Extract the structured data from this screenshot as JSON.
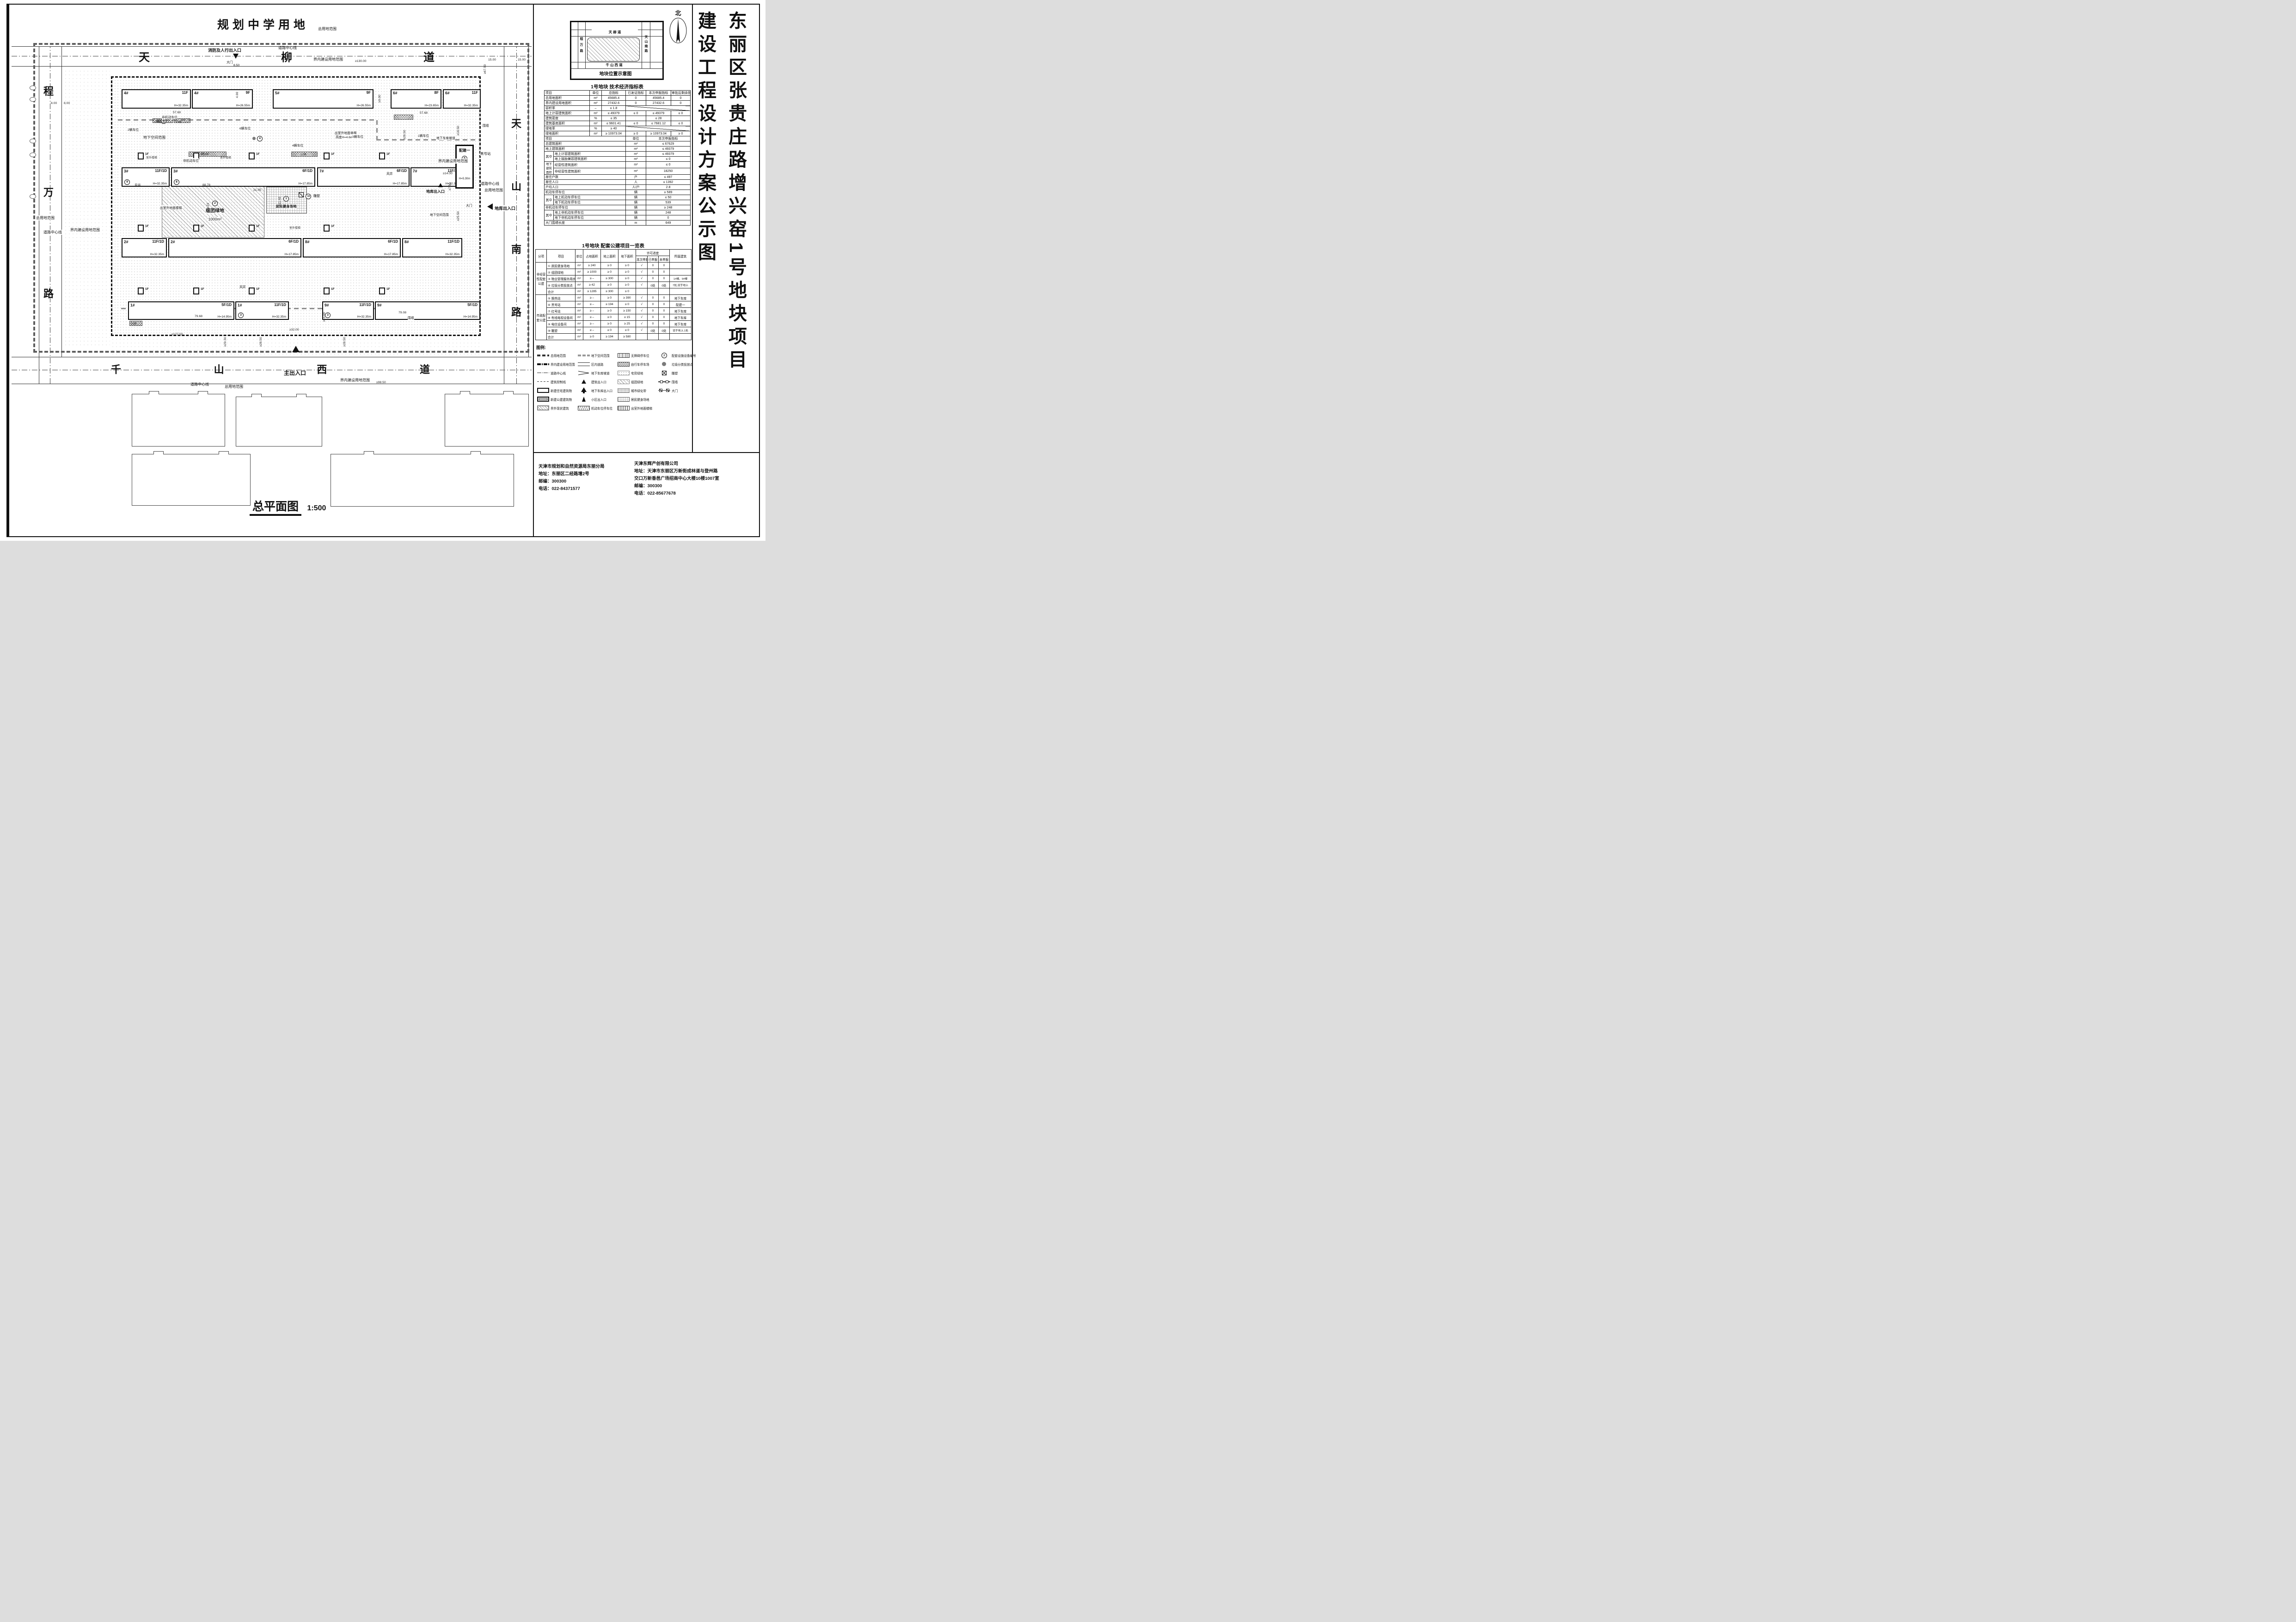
{
  "title": {
    "col_right": "东丽区张贵庄路增兴窑1号地块项目",
    "col_left": "建设工程设计方案公示图"
  },
  "plan": {
    "school": "规划中学用地",
    "map_title": "总平面图",
    "map_scale": "1:500",
    "road_n": [
      "天",
      "柳",
      "道"
    ],
    "road_w": [
      "程",
      "万",
      "路"
    ],
    "road_e": [
      "天",
      "山",
      "南",
      "路"
    ],
    "road_s": [
      "千",
      "山",
      "西",
      "道"
    ],
    "tower": "1F",
    "green": {
      "badge": "2",
      "name": "组团绿地",
      "area": "1000m²"
    },
    "fitness": {
      "badge": "1",
      "name": "居民健身场地"
    },
    "sculpt": {
      "badge": "10",
      "name": "雕塑"
    },
    "trash_badge": "4",
    "peijian": {
      "name": "配建一",
      "badge": "6",
      "floor": "1F",
      "h": "H=5.30m"
    },
    "slabs": [
      {
        "n": "4#",
        "f": "11F",
        "h": "H=32.35m"
      },
      {
        "n": "4#",
        "f": "9F",
        "h": "H=26.55m"
      },
      {
        "n": "5#",
        "f": "9F",
        "h": "H=26.55m"
      },
      {
        "n": "6#",
        "f": "8F",
        "h": "H=23.65m"
      },
      {
        "n": "6#",
        "f": "11F",
        "h": "H=32.35m"
      },
      {
        "n": "3#",
        "f": "11F/1D",
        "h": "H=32.35m",
        "b": "9"
      },
      {
        "n": "3#",
        "f": "6F/1D",
        "h": "H=17.85m",
        "b": "8"
      },
      {
        "n": "7#",
        "f": "6F/1D",
        "h": "H=17.85m"
      },
      {
        "n": "7#",
        "f": "11F/1D",
        "h": "H=32.35m"
      },
      {
        "n": "2#",
        "f": "11F/1D",
        "h": "H=32.35m"
      },
      {
        "n": "2#",
        "f": "6F/1D",
        "h": "H=17.85m"
      },
      {
        "n": "8#",
        "f": "6F/1D",
        "h": "H=17.85m"
      },
      {
        "n": "8#",
        "f": "11F/1D",
        "h": "H=32.35m"
      },
      {
        "n": "1#",
        "f": "5F/1D",
        "h": "H=14.95m"
      },
      {
        "n": "1#",
        "f": "11F/1D",
        "h": "H=32.35m",
        "b": "3"
      },
      {
        "n": "9#",
        "f": "11F/1D",
        "h": "H=32.35m",
        "b": "3"
      },
      {
        "n": "9#",
        "f": "5F/1D",
        "h": "H=14.95m"
      }
    ],
    "notes": [
      "消防及人行出入口",
      "大门",
      "8.50",
      "道路中心线",
      "总用地范围",
      "界内建设用地范围",
      "总用地范围",
      "道路中心线",
      "界内建设用地范围",
      "地下空间范围",
      "非机动车位",
      "非机动车位",
      "出室外地面楼梯",
      "出室外地面电梯",
      "高度H=4.6m",
      "风井",
      "风井",
      "风井",
      "黑号站",
      "围墙",
      "地下车库坡道",
      "地库出入口",
      "地库出入口",
      "大门",
      "地下空间范围",
      "主出入口",
      "道路中心线",
      "总用地范围",
      "界内建设用地范围",
      "界内建设用地范围",
      "道路中心线",
      "总用地范围",
      "围墙",
      "室外楼梯",
      "室外楼梯",
      "室外楼梯",
      "2辆车位",
      "6辆车位",
      "3辆车位",
      "1辆车位",
      "4辆车位",
      "17辆",
      "13辆",
      "28辆",
      "12辆",
      "20辆"
    ],
    "dims": [
      "≥130.00",
      "8.00",
      "8.00",
      "15.00",
      "15.00",
      "≥67.50",
      "57.68",
      "57.68",
      "4.00",
      "≥9.00",
      "88.78",
      "21.05",
      "≥29.23",
      "≥28.50",
      "≥11.40",
      "≥18.50",
      "≥14.00",
      "≥7.50",
      "≥25.50",
      "79.68",
      "79.08",
      "≥32.00",
      "≥127.50",
      "≥15.00",
      "≥29.30",
      "≥28.50",
      "≥28.50",
      "≥98.50"
    ]
  },
  "loc": {
    "caption": "地块位置示意图",
    "north": "北",
    "n": "天 柳 道",
    "w": "程万路",
    "e": "天山南路",
    "s": "千 山 西 道"
  },
  "tech": {
    "title": "1号地块 技术经济指标表",
    "head1": [
      "项目",
      "单位",
      "总指标",
      "已发证指标",
      "本次申报指标",
      "审批后剩余指标"
    ],
    "rows": [
      [
        "总用地面积",
        "m²",
        "45685.4",
        "0",
        "45685.4",
        "0"
      ],
      [
        "界内建设用地面积",
        "m²",
        "27432.6",
        "0",
        "27432.6",
        "0"
      ],
      [
        "容积率",
        "–",
        "≤ 1.8"
      ],
      [
        "地上计容建筑面积",
        "m²",
        "≤ 49379",
        "≤ 0",
        "≤ 49379",
        "≤ 0"
      ],
      [
        "建筑密度",
        "%",
        "≤ 35",
        "",
        "≤ 28",
        ""
      ],
      [
        "建筑基底面积",
        "m²",
        "≤ 9601.41",
        "≤ 0",
        "≤ 7681.12",
        "≤ 0"
      ],
      [
        "绿地率",
        "%",
        "≥ 40"
      ],
      [
        "绿地面积",
        "m²",
        "≥ 10973.04",
        "≥ 0",
        "≥ 10973.04",
        "≥ 0"
      ]
    ],
    "head2": [
      "项目",
      "单位",
      "本次申报指标"
    ],
    "rows2": [
      [
        "总建筑面积",
        "m²",
        "≤ 67629"
      ],
      [
        "地上建筑面积",
        "m²",
        "≤ 49379"
      ],
      [
        "其中",
        "地上计容建筑面积",
        "m²",
        "≤ 49379"
      ],
      [
        "地上鼓励兼容建筑面积",
        "m²",
        "≤ 0"
      ],
      [
        "地下建筑面积",
        "经营性建筑面积",
        "m²",
        "≤ 0"
      ],
      [
        "非经营性建筑面积",
        "m²",
        "18250"
      ],
      [
        "居住户数",
        "户",
        "≤ 497"
      ],
      [
        "居住人口",
        "人",
        "≤ 1392"
      ],
      [
        "户均人口",
        "人/户",
        "2.8"
      ],
      [
        "机动车停车位",
        "辆",
        "≥ 589"
      ],
      [
        "其中",
        "地上机动车停车位",
        "辆",
        "≤ 50"
      ],
      [
        "地下机动车停车位",
        "辆",
        "539"
      ],
      [
        "非机动车停车位",
        "辆",
        "≥ 248"
      ],
      [
        "其中",
        "地上非机动车停车位",
        "辆",
        "248"
      ],
      [
        "地下非机动车停车位",
        "辆",
        "0"
      ],
      [
        "大门围墙长度",
        "m",
        "649"
      ]
    ]
  },
  "fac": {
    "title": "1号地块 配套公建项目一览表",
    "head1": [
      "分项",
      "项目",
      "单位",
      "占地面积",
      "地上面积",
      "地下面积",
      "许可进度",
      "所属建筑"
    ],
    "head2": [
      "本次申报",
      "已申报",
      "未申报"
    ],
    "groups": [
      "非经营性配套公建",
      "市政配套公建"
    ],
    "rows": [
      [
        "① 居民健身场地",
        "m²",
        "≥ 240",
        "≥ 0",
        "≥ 0",
        "√",
        "0",
        "0",
        ""
      ],
      [
        "② 组团绿地",
        "m²",
        "≥ 1000",
        "≥ 0",
        "≥ 0",
        "√",
        "0",
        "0",
        ""
      ],
      [
        "③ 物业管理服务用房",
        "m²",
        "≥ –",
        "≥ 300",
        "≥ 0",
        "√",
        "0",
        "0",
        "1#楼、9#楼"
      ],
      [
        "④ 垃圾分类投放点",
        "m²",
        "≥ 42",
        "≥ 0",
        "≥ 0",
        "√",
        "0处",
        "0处",
        "7处,设于地上"
      ],
      [
        "合计",
        "m²",
        "≥ 1285",
        "≥ 300",
        "≥ 0",
        "",
        "",
        "",
        ""
      ],
      [
        "⑤ 换热站",
        "m²",
        "≥ –",
        "≥ 0",
        "≥ 390",
        "√",
        "0",
        "0",
        "地下车库"
      ],
      [
        "⑥ 黑号站",
        "m²",
        "≥ –",
        "≥ 194",
        "≥ 0",
        "√",
        "0",
        "0",
        "配建一"
      ],
      [
        "⑦ 红号站",
        "m²",
        "≥ –",
        "≥ 0",
        "≥ 150",
        "√",
        "0",
        "0",
        "地下车库"
      ],
      [
        "⑧ 有线电视设备间",
        "m²",
        "≥ –",
        "≥ 0",
        "≥ 15",
        "√",
        "0",
        "0",
        "地下车库"
      ],
      [
        "⑨ 电信设备间",
        "m²",
        "≥ –",
        "≥ 0",
        "≥ 25",
        "√",
        "0",
        "0",
        "地下车库"
      ],
      [
        "⑩ 雕塑",
        "m²",
        "≥ –",
        "≥ 0",
        "≥ 0",
        "√",
        "0处",
        "0处",
        "设于地上,1处"
      ],
      [
        "合计",
        "m²",
        "≥ 0",
        "≥ 194",
        "≥ 580",
        "",
        "",
        "",
        ""
      ]
    ]
  },
  "legend": {
    "title": "图例:",
    "colA": [
      "总用地范围",
      "界内建设用地范围",
      "道路中心线",
      "建筑控制线",
      "新建住宅建筑物",
      "新建公建建筑物",
      "界外现状建筑"
    ],
    "colB": [
      "地下空间范围",
      "区内道路",
      "地下车库坡道",
      "建筑出入口",
      "地下车库出入口",
      "小区出入口",
      "机动车位停车位"
    ],
    "colC": [
      "无障碍停车位",
      "自行车停车场",
      "宅旁绿地",
      "组团绿地",
      "城市绿化带",
      "居民健身场地",
      "出室外地面楼梯"
    ],
    "colD": [
      "配套设施设备编号",
      "垃圾分类投放点",
      "雕塑",
      "围墙",
      "大门"
    ]
  },
  "footer": {
    "left": [
      "天津市规划和自然资源局东丽分局",
      "地址：东丽区二经路增2号",
      "邮编：300300",
      "电话：022-84371577"
    ],
    "right": [
      "天津东辉产创有限公司",
      "地址：天津市东丽区万新街成林道与登州路",
      "交口万新香邑广场招商中心大楼10楼1007室",
      "邮编：300300",
      "电话：022-85677678"
    ]
  }
}
